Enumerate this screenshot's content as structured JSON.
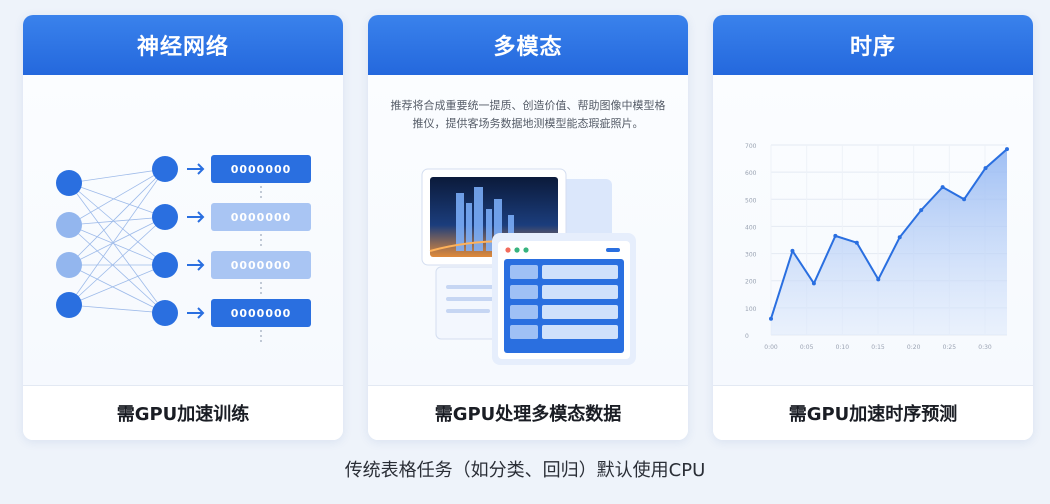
{
  "cards": [
    {
      "title": "神经网络",
      "footer": "需GPU加速训练",
      "outputs": [
        "0000000",
        "0000000",
        "0000000",
        "0000000"
      ]
    },
    {
      "title": "多模态",
      "footer": "需GPU处理多模态数据",
      "description": "推荐将合成重要统一提质、创造价值、帮助图像中模型格推仪，提供客场务数据地测模型能态瑕疵照片。"
    },
    {
      "title": "时序",
      "footer": "需GPU加速时序预测"
    }
  ],
  "caption": "传统表格任务（如分类、回归）默认使用CPU",
  "colors": {
    "header_blue": "#2a6fe0",
    "node_dark": "#2a6fe0",
    "node_light": "#93b6ee",
    "output_dark": "#2a6fe0",
    "output_light": "#a9c5f3"
  },
  "chart_data": {
    "type": "area",
    "x": [
      0,
      1,
      2,
      3,
      4,
      5,
      6,
      7,
      8,
      9,
      10,
      11
    ],
    "values": [
      60,
      310,
      190,
      365,
      340,
      205,
      360,
      460,
      545,
      500,
      615,
      685
    ],
    "ylim": [
      0,
      700
    ],
    "yticks": [
      0,
      100,
      200,
      300,
      400,
      500,
      600,
      700
    ],
    "xticks": [
      "0:00",
      "0:05",
      "0:10",
      "0:15",
      "0:20",
      "0:25",
      "0:30"
    ],
    "grid": true
  }
}
